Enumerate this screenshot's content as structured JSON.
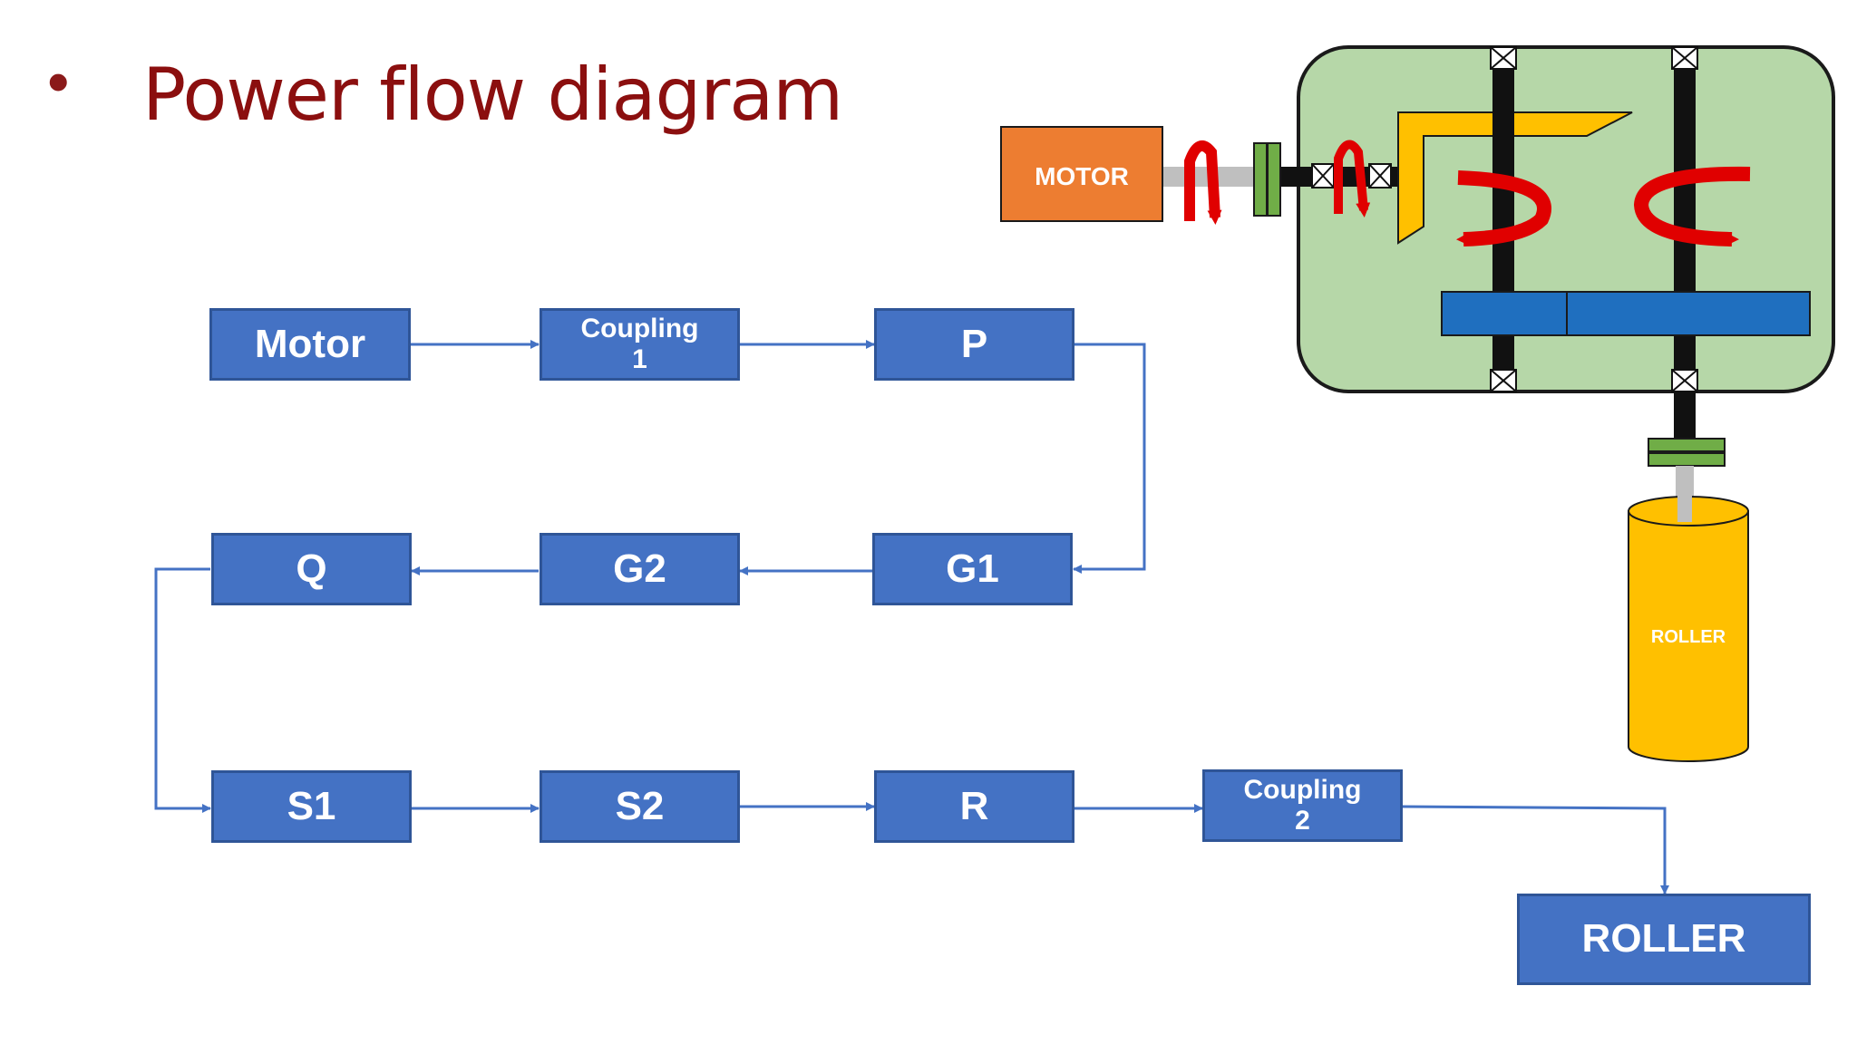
{
  "slide": {
    "bullet": "•",
    "title": "Power flow diagram"
  },
  "flow": {
    "motor": "Motor",
    "coupling1": "Coupling\n1",
    "p": "P",
    "g1": "G1",
    "g2": "G2",
    "q": "Q",
    "s1": "S1",
    "s2": "S2",
    "r": "R",
    "coupling2": "Coupling\n2",
    "roller": "ROLLER"
  },
  "illustration": {
    "motor_label": "MOTOR",
    "roller_label": "ROLLER"
  },
  "colors": {
    "box_fill": "#4472c4",
    "box_border": "#2f5597",
    "title": "#8b0f0f",
    "gearbox_fill": "#b6d7a8",
    "motor_fill": "#ed7d31",
    "roller_fill": "#ffc000",
    "coupling_fill": "#70ad47",
    "rotation_arrow": "#e00000"
  }
}
